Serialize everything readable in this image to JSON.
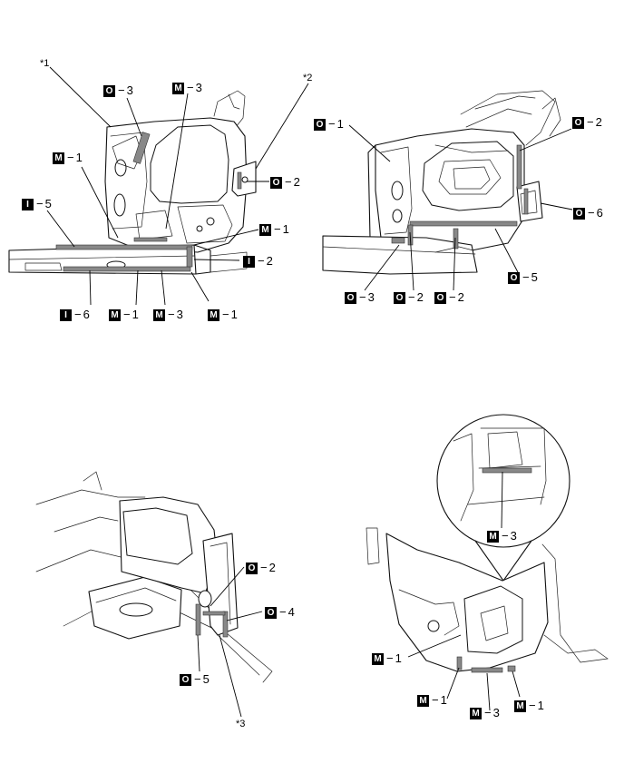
{
  "views": {
    "top_left": {
      "stars": [
        "*1",
        "*2"
      ],
      "labels": [
        {
          "letter": "O",
          "num": "3"
        },
        {
          "letter": "M",
          "num": "3"
        },
        {
          "letter": "M",
          "num": "1"
        },
        {
          "letter": "O",
          "num": "2"
        },
        {
          "letter": "I",
          "num": "5"
        },
        {
          "letter": "M",
          "num": "1"
        },
        {
          "letter": "I",
          "num": "2"
        },
        {
          "letter": "I",
          "num": "6"
        },
        {
          "letter": "M",
          "num": "1"
        },
        {
          "letter": "M",
          "num": "3"
        },
        {
          "letter": "M",
          "num": "1"
        }
      ]
    },
    "top_right": {
      "labels": [
        {
          "letter": "O",
          "num": "1"
        },
        {
          "letter": "O",
          "num": "2"
        },
        {
          "letter": "O",
          "num": "6"
        },
        {
          "letter": "O",
          "num": "5"
        },
        {
          "letter": "O",
          "num": "3"
        },
        {
          "letter": "O",
          "num": "2"
        },
        {
          "letter": "O",
          "num": "2"
        }
      ]
    },
    "bottom_left": {
      "stars": [
        "*3"
      ],
      "labels": [
        {
          "letter": "O",
          "num": "2"
        },
        {
          "letter": "O",
          "num": "4"
        },
        {
          "letter": "O",
          "num": "5"
        }
      ]
    },
    "bottom_right": {
      "labels": [
        {
          "letter": "M",
          "num": "3"
        },
        {
          "letter": "M",
          "num": "1"
        },
        {
          "letter": "M",
          "num": "1"
        },
        {
          "letter": "M",
          "num": "3"
        },
        {
          "letter": "M",
          "num": "1"
        }
      ]
    }
  },
  "dash": "−"
}
